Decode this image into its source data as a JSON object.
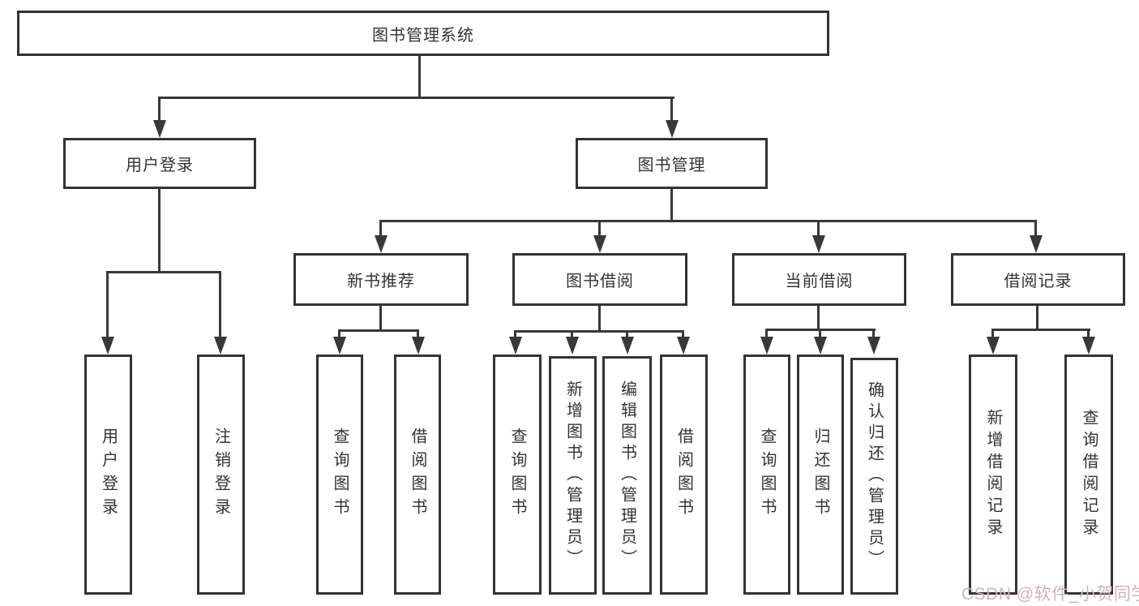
{
  "nodes": {
    "root": "图书管理系统",
    "user_login": "用户登录",
    "book_mgmt": "图书管理",
    "new_books": "新书推荐",
    "book_borrow": "图书借阅",
    "current_borrow": "当前借阅",
    "borrow_records": "借阅记录",
    "leaf_user_login": "用户登录",
    "leaf_logout": "注销登录",
    "leaf_nb_query": "查询图书",
    "leaf_nb_borrow": "借阅图书",
    "leaf_bb_query": "查询图书",
    "leaf_bb_add": "新增图书（管理员）",
    "leaf_bb_edit": "编辑图书（管理员）",
    "leaf_bb_borrow": "借阅图书",
    "leaf_cb_query": "查询图书",
    "leaf_cb_return": "归还图书",
    "leaf_cb_confirm": "确认归还（管理员）",
    "leaf_br_add": "新增借阅记录",
    "leaf_br_query": "查询借阅记录"
  },
  "watermark": "CSDN @软件_小贺同学",
  "colors": {
    "line": "#383838",
    "box_border": "#333333",
    "text": "#333333",
    "watermark": "#cdb5b9",
    "background": "#ffffff"
  }
}
